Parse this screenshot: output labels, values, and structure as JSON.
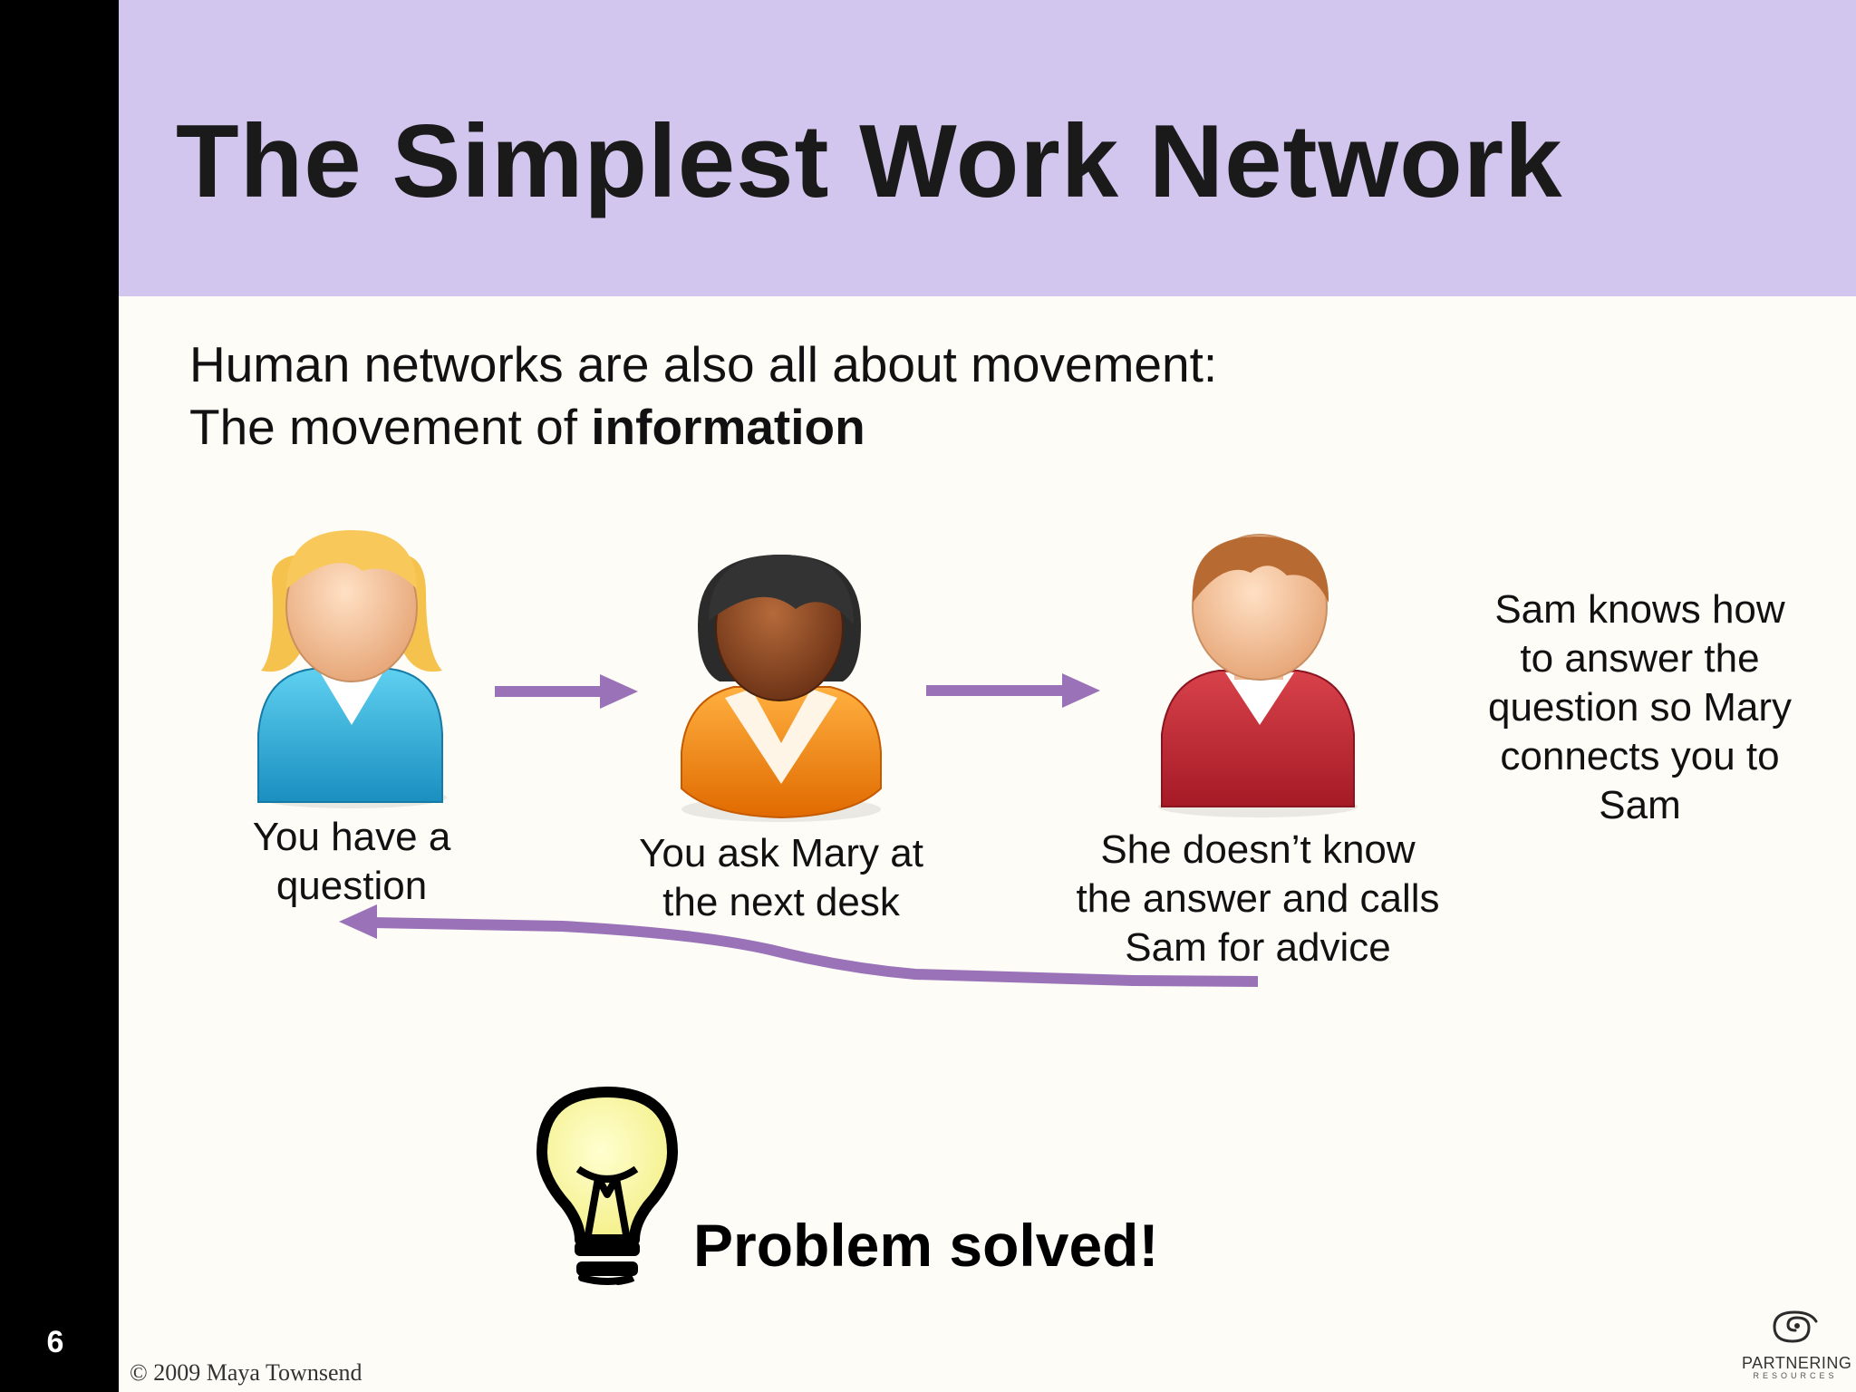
{
  "slide": {
    "number": "6",
    "title": "The Simplest Work Network",
    "intro_line1": "Human networks are also all about movement:",
    "intro_line2_prefix": "The movement of ",
    "intro_line2_bold": "information",
    "copyright": "© 2009 Maya Townsend",
    "logo_text": "PARTNERING",
    "logo_subtext": "RESOURCES"
  },
  "diagram": {
    "nodes": [
      {
        "id": "you",
        "figure": "blonde-person-blue-shirt",
        "label_lines": [
          "You have a",
          "question"
        ]
      },
      {
        "id": "mary",
        "figure": "dark-hair-person-orange-shirt",
        "label_lines": [
          "You ask Mary at",
          "the next desk"
        ]
      },
      {
        "id": "sam-call",
        "figure": "brown-hair-person-red-shirt",
        "label_lines": [
          "She doesn’t know",
          "the answer and calls",
          "Sam for advice"
        ]
      }
    ],
    "note_lines": [
      "Sam knows how",
      "to answer the",
      "question so Mary",
      "connects you to",
      "Sam"
    ],
    "outcome": "Problem solved!",
    "outcome_icon": "lightbulb-icon",
    "colors": {
      "arrow": "#9a72b7",
      "title_band": "#d3c6ee",
      "sidebar": "#000000",
      "background": "#fdfcf7"
    }
  }
}
